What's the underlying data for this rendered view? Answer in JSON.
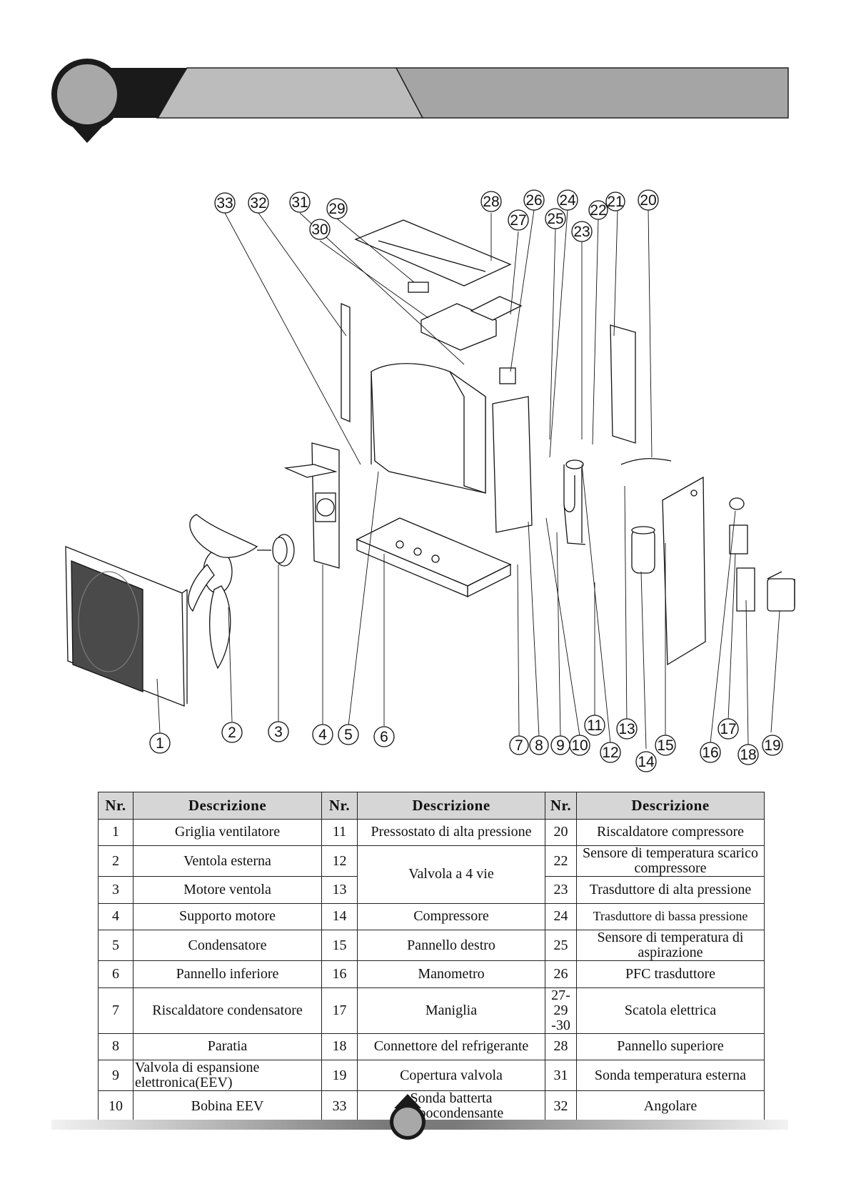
{
  "diagram": {
    "callouts": [
      "1",
      "2",
      "3",
      "4",
      "5",
      "6",
      "7",
      "8",
      "9",
      "10",
      "11",
      "12",
      "13",
      "14",
      "15",
      "16",
      "17",
      "18",
      "19",
      "20",
      "21",
      "22",
      "23",
      "24",
      "25",
      "26",
      "27",
      "28",
      "29",
      "30",
      "31",
      "32",
      "33"
    ]
  },
  "table": {
    "headers": {
      "nr_1": "Nr.",
      "desc_1": "Descrizione",
      "nr_2": "Nr.",
      "desc_2": "Descrizione",
      "nr_3": "Nr.",
      "desc_3": "Descrizione"
    },
    "rows": [
      {
        "n1": "1",
        "d1": "Griglia ventilatore",
        "n2": "11",
        "d2": "Pressostato di alta pressione",
        "n3": "20",
        "d3": "Riscaldatore compressore"
      },
      {
        "n1": "2",
        "d1": "Ventola esterna",
        "n2": "12",
        "d2": "Valvola a 4 vie",
        "n3": "22",
        "d3": "Sensore di temperatura scarico compressore"
      },
      {
        "n1": "3",
        "d1": "Motore ventola",
        "n2": "13",
        "n3": "23",
        "d3": "Trasduttore di alta pressione"
      },
      {
        "n1": "4",
        "d1": "Supporto motore",
        "n2": "14",
        "d2": "Compressore",
        "n3": "24",
        "d3": "Trasduttore di bassa pressione"
      },
      {
        "n1": "5",
        "d1": "Condensatore",
        "n2": "15",
        "d2": "Pannello destro",
        "n3": "25",
        "d3": "Sensore di temperatura di aspirazione"
      },
      {
        "n1": "6",
        "d1": "Pannello inferiore",
        "n2": "16",
        "d2": "Manometro",
        "n3": "26",
        "d3": "PFC trasduttore"
      },
      {
        "n1": "7",
        "d1": "Riscaldatore condensatore",
        "n2": "17",
        "d2": "Maniglia",
        "n3": "27-29 -30",
        "d3": "Scatola elettrica"
      },
      {
        "n1": "8",
        "d1": "Paratia",
        "n2": "18",
        "d2": "Connettore del refrigerante",
        "n3": "28",
        "d3": "Pannello superiore"
      },
      {
        "n1": "9",
        "d1": "Valvola di espansione elettronica(EEV)",
        "n2": "19",
        "d2": "Copertura valvola",
        "n3": "31",
        "d3": "Sonda temperatura esterna"
      },
      {
        "n1": "10",
        "d1": "Bobina EEV",
        "n2": "33",
        "d2": "Sonda batterta evapocondensante",
        "n3": "32",
        "d3": "Angolare"
      }
    ]
  }
}
